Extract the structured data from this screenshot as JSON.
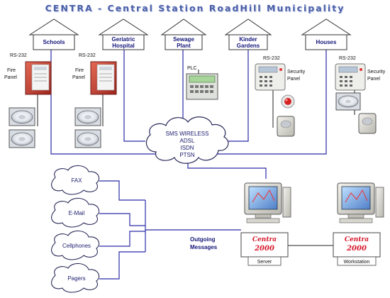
{
  "title": "CENTRA - Central Station RoadHill Municipality",
  "buildings": [
    {
      "label_lines": [
        "Schools"
      ]
    },
    {
      "label_lines": [
        "Geriatric",
        "Hospital"
      ]
    },
    {
      "label_lines": [
        "Sewage",
        "Plant"
      ]
    },
    {
      "label_lines": [
        "Kinder",
        "Gardens"
      ]
    },
    {
      "label_lines": [
        "Houses"
      ]
    }
  ],
  "device_labels": {
    "rs232": "RS-232",
    "fire_panel_lines": [
      "Fire",
      "Panel"
    ],
    "security_panel_lines": [
      "Security",
      "Panel"
    ],
    "plc": "PLC"
  },
  "network_cloud": [
    "SMS WIRELESS",
    "ADSL",
    "ISDN",
    "PTSN"
  ],
  "outgoing_channels": [
    "FAX",
    "E-Mail",
    "Cellphones",
    "Pagers"
  ],
  "outgoing_label_lines": [
    "Outgoing",
    "Messages"
  ],
  "logo_text": "Centra 2000",
  "stations": [
    "Server",
    "Workstation"
  ],
  "colors": {
    "title": "#4a5fa8",
    "connection_line": "#2b2ba6",
    "house_fill": "#ffffff",
    "logo_red": "#d6152a",
    "cloud_fill": "#ffffff",
    "panel_red": "#c33a30"
  },
  "icons": [
    "house-outline",
    "fire-panel",
    "smoke-detector",
    "plc-unit",
    "security-keypad",
    "siren",
    "motion-sensor",
    "crt-monitor",
    "computer-tower",
    "cloud"
  ]
}
